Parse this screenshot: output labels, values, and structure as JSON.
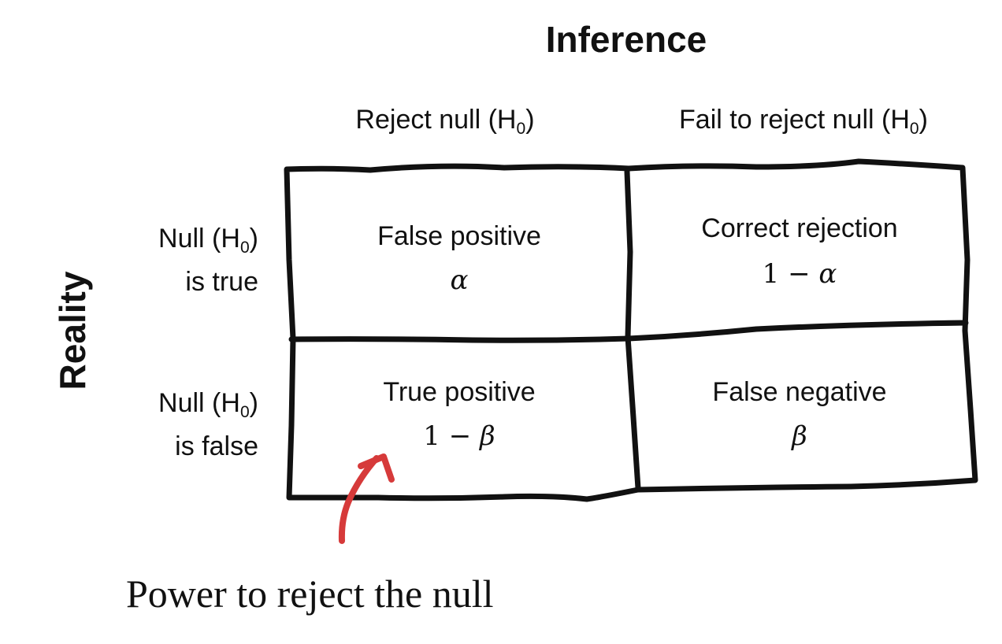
{
  "title": "Inference",
  "reality_label": "Reality",
  "columns": [
    {
      "label": "Reject null (H",
      "sub": "0",
      "close": ")"
    },
    {
      "label": "Fail to reject null (H",
      "sub": "0",
      "close": ")"
    }
  ],
  "rows": [
    {
      "line1_pre": "Null (H",
      "sub": "0",
      "line1_post": ")",
      "line2": "is true"
    },
    {
      "line1_pre": "Null (H",
      "sub": "0",
      "line1_post": ")",
      "line2": "is false"
    }
  ],
  "cells": [
    {
      "label": "False positive",
      "value_num": "",
      "value_sym": "α"
    },
    {
      "label": "Correct rejection",
      "value_num": "1 − ",
      "value_sym": "α"
    },
    {
      "label": "True positive",
      "value_num": "1 − ",
      "value_sym": "β"
    },
    {
      "label": "False negative",
      "value_num": "",
      "value_sym": "β"
    }
  ],
  "annotation": "Power to reject the null",
  "colors": {
    "ink": "#111111",
    "arrow": "#d63a3a"
  }
}
